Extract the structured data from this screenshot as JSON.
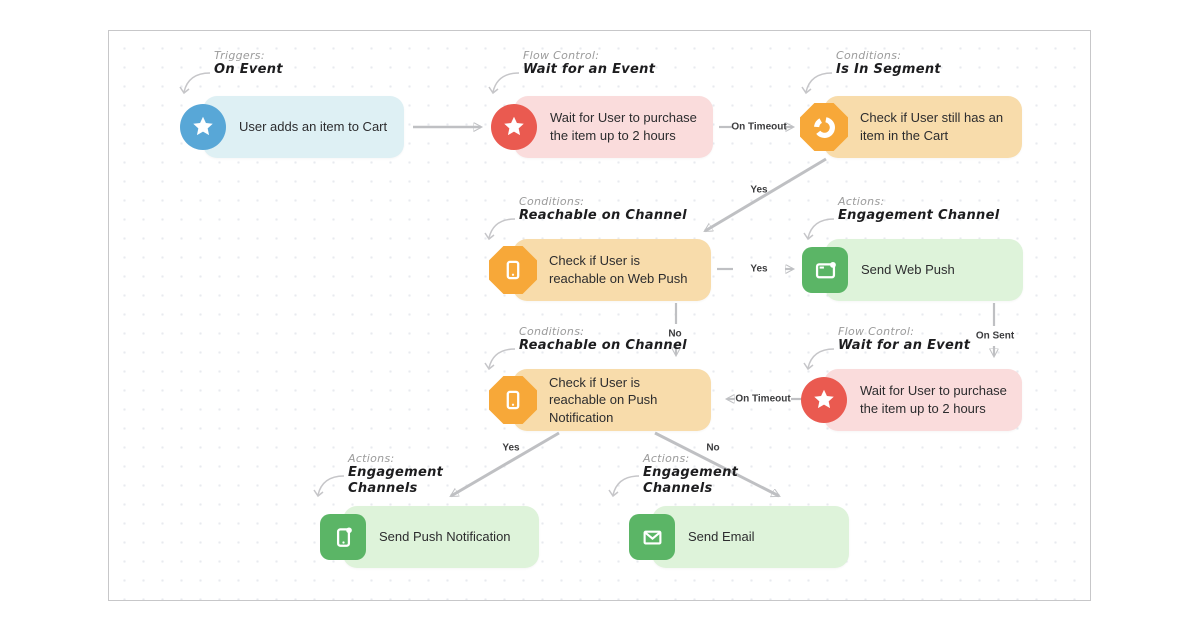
{
  "app": {
    "description": "Marketing automation flow builder canvas"
  },
  "colors": {
    "trigger_icon": "#58a7d7",
    "trigger_box": "#def0f4",
    "flow_control_icon": "#ea5a50",
    "flow_control_box": "#fadcdc",
    "condition_icon": "#f7a839",
    "condition_box": "#f8dcab",
    "action_icon": "#5bb566",
    "action_box": "#def3da",
    "edge": "#bfc0c3",
    "canvas_border": "#c7c7c9"
  },
  "nodes": [
    {
      "id": "trigger-on-event",
      "category": "trigger",
      "icon": "star-icon",
      "text": "User adds an item to Cart"
    },
    {
      "id": "wait-for-event-1",
      "category": "flow-control",
      "icon": "star-icon",
      "text": "Wait for User to purchase the item up to 2 hours"
    },
    {
      "id": "is-in-segment",
      "category": "condition",
      "icon": "segment-icon",
      "text": "Check if User still has an item in the Cart"
    },
    {
      "id": "reachable-web-push",
      "category": "condition",
      "icon": "phone-icon",
      "text": "Check if User is reachable on Web Push"
    },
    {
      "id": "send-web-push",
      "category": "action",
      "icon": "web-push-icon",
      "text": "Send Web Push"
    },
    {
      "id": "reachable-push-notification",
      "category": "condition",
      "icon": "phone-icon",
      "text": "Check if User is reachable on Push Notification"
    },
    {
      "id": "wait-for-event-2",
      "category": "flow-control",
      "icon": "star-icon",
      "text": "Wait for User to purchase the item up to 2 hours"
    },
    {
      "id": "send-push-notification",
      "category": "action",
      "icon": "push-notification-icon",
      "text": "Send Push Notification"
    },
    {
      "id": "send-email",
      "category": "action",
      "icon": "email-icon",
      "text": "Send Email"
    }
  ],
  "annotations": [
    {
      "category": "Triggers:",
      "name": "On Event"
    },
    {
      "category": "Flow Control:",
      "name": "Wait for an Event"
    },
    {
      "category": "Conditions:",
      "name": "Is In Segment"
    },
    {
      "category": "Conditions:",
      "name": "Reachable on Channel"
    },
    {
      "category": "Actions:",
      "name": "Engagement Channel"
    },
    {
      "category": "Conditions:",
      "name": "Reachable on Channel"
    },
    {
      "category": "Flow Control:",
      "name": "Wait for an Event"
    },
    {
      "category": "Actions:",
      "name": "Engagement",
      "name2": "Channels"
    },
    {
      "category": "Actions:",
      "name": "Engagement",
      "name2": "Channels"
    }
  ],
  "edges": [
    {
      "from": "trigger-on-event",
      "to": "wait-for-event-1",
      "label": ""
    },
    {
      "from": "wait-for-event-1",
      "to": "is-in-segment",
      "label": "On Timeout"
    },
    {
      "from": "is-in-segment",
      "to": "reachable-web-push",
      "label": "Yes"
    },
    {
      "from": "reachable-web-push",
      "to": "send-web-push",
      "label": "Yes"
    },
    {
      "from": "reachable-web-push",
      "to": "reachable-push-notification",
      "label": "No"
    },
    {
      "from": "send-web-push",
      "to": "wait-for-event-2",
      "label": "On Sent"
    },
    {
      "from": "wait-for-event-2",
      "to": "reachable-push-notification",
      "label": "On Timeout"
    },
    {
      "from": "reachable-push-notification",
      "to": "send-push-notification",
      "label": "Yes"
    },
    {
      "from": "reachable-push-notification",
      "to": "send-email",
      "label": "No"
    }
  ]
}
